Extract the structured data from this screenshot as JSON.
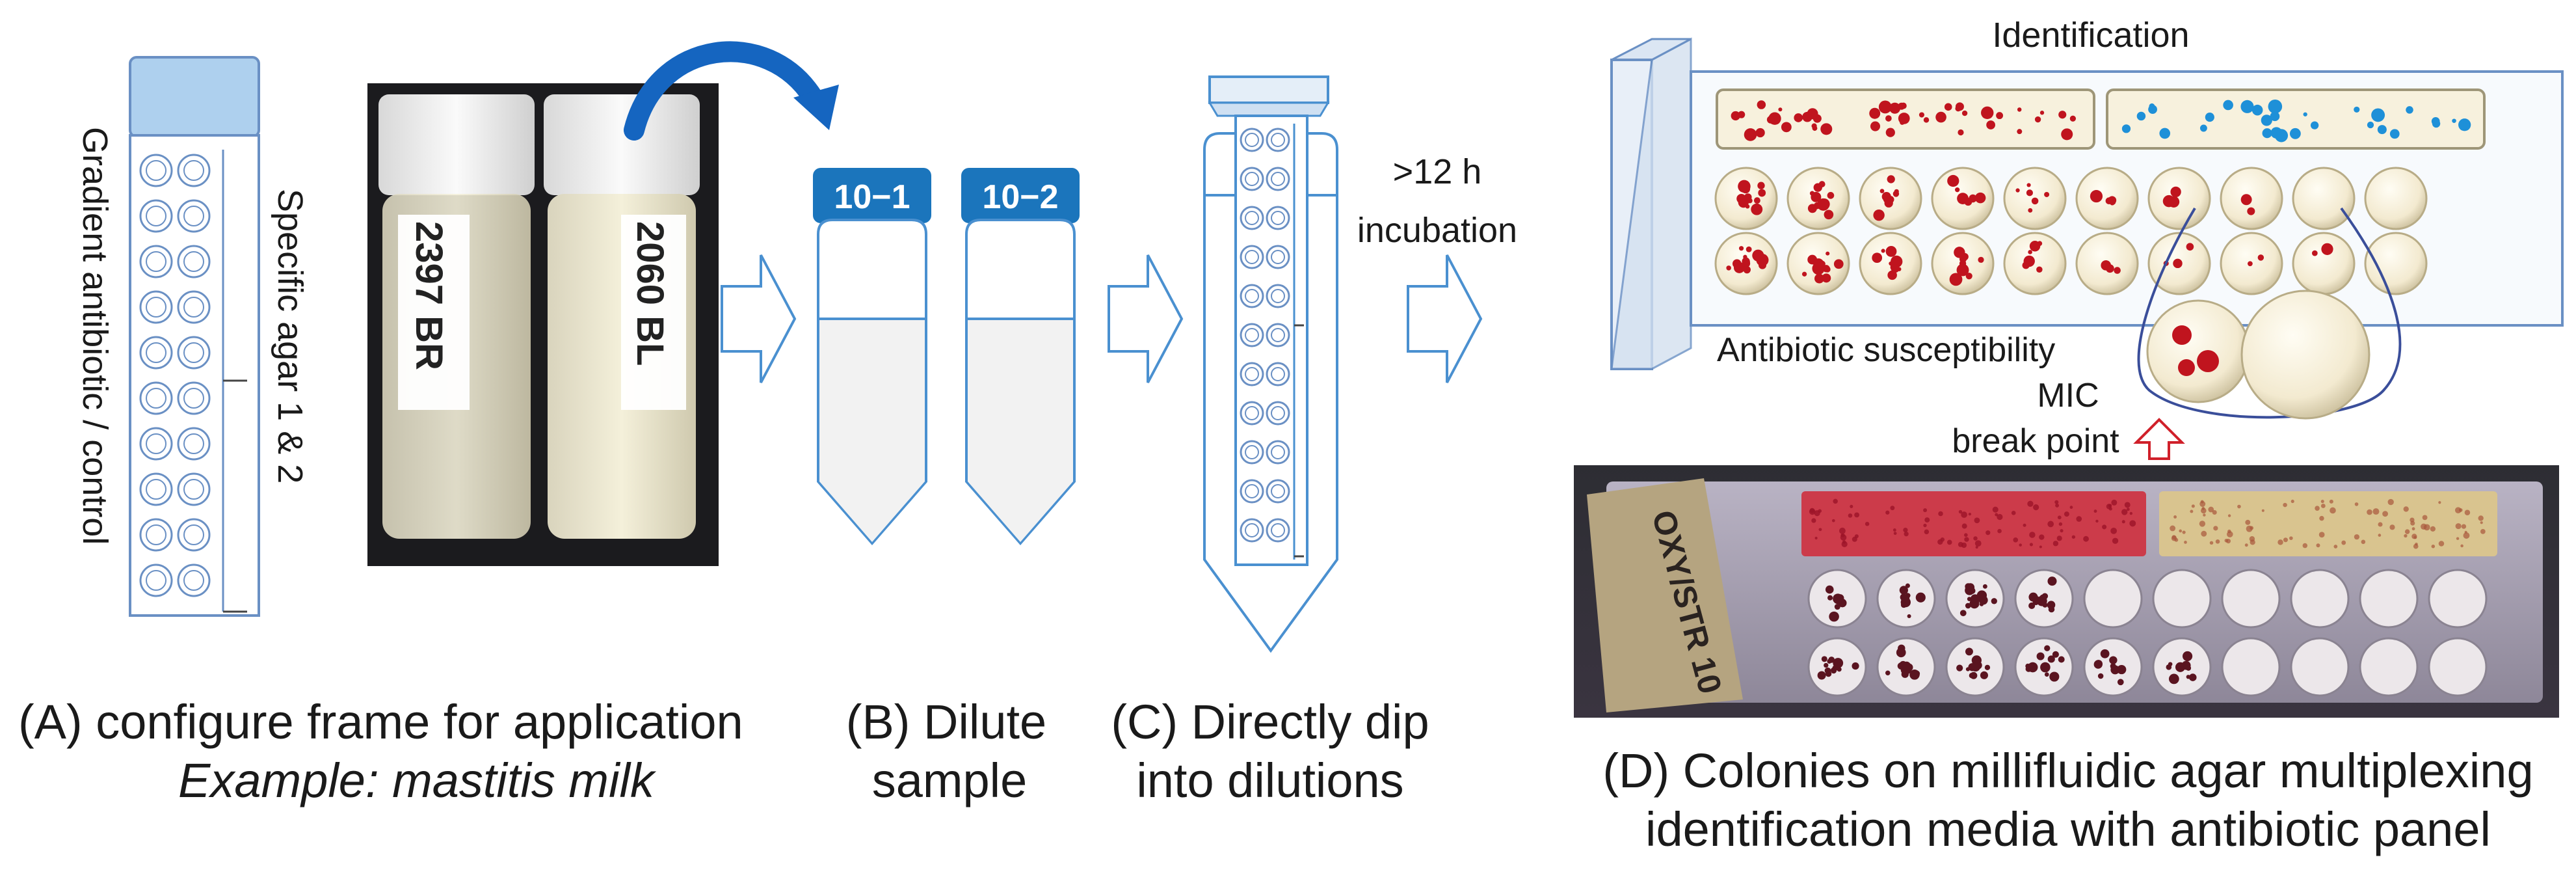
{
  "panel_a": {
    "left_vertical_label": "Gradient antibiotic / control",
    "right_vertical_label": "Specific agar 1 & 2",
    "tube1_label": "2397 BR",
    "tube2_label": "2060 BL",
    "caption_line1": "(A) configure frame for application",
    "caption_line2": "Example: mastitis milk"
  },
  "panel_b": {
    "dilution1": "10−1",
    "dilution2": "10−2",
    "caption_line1": "(B) Dilute",
    "caption_line2": "sample"
  },
  "panel_c": {
    "caption_line1": "(C) Directly dip",
    "caption_line2": "into dilutions"
  },
  "incubation": {
    "line1": ">12 h",
    "line2": "incubation"
  },
  "panel_d": {
    "identification_label": "Identification",
    "susceptibility_label": "Antibiotic susceptibility",
    "mic_label": "MIC",
    "breakpoint_label": "break point",
    "photo_strip_label": "OXY/STR 10",
    "caption_line1": "(D) Colonies on millifluidic agar multiplexing",
    "caption_line2": "identification media with antibiotic panel"
  },
  "colors": {
    "frame_blue": "#6a90c4",
    "cap_blue": "#aed0ee",
    "dilution_tag": "#1b75bc",
    "arrow_blue": "#1565c0",
    "colony_red": "#c0141e",
    "colony_blue": "#1e90d8",
    "agar_cream": "#f7f1dd"
  }
}
